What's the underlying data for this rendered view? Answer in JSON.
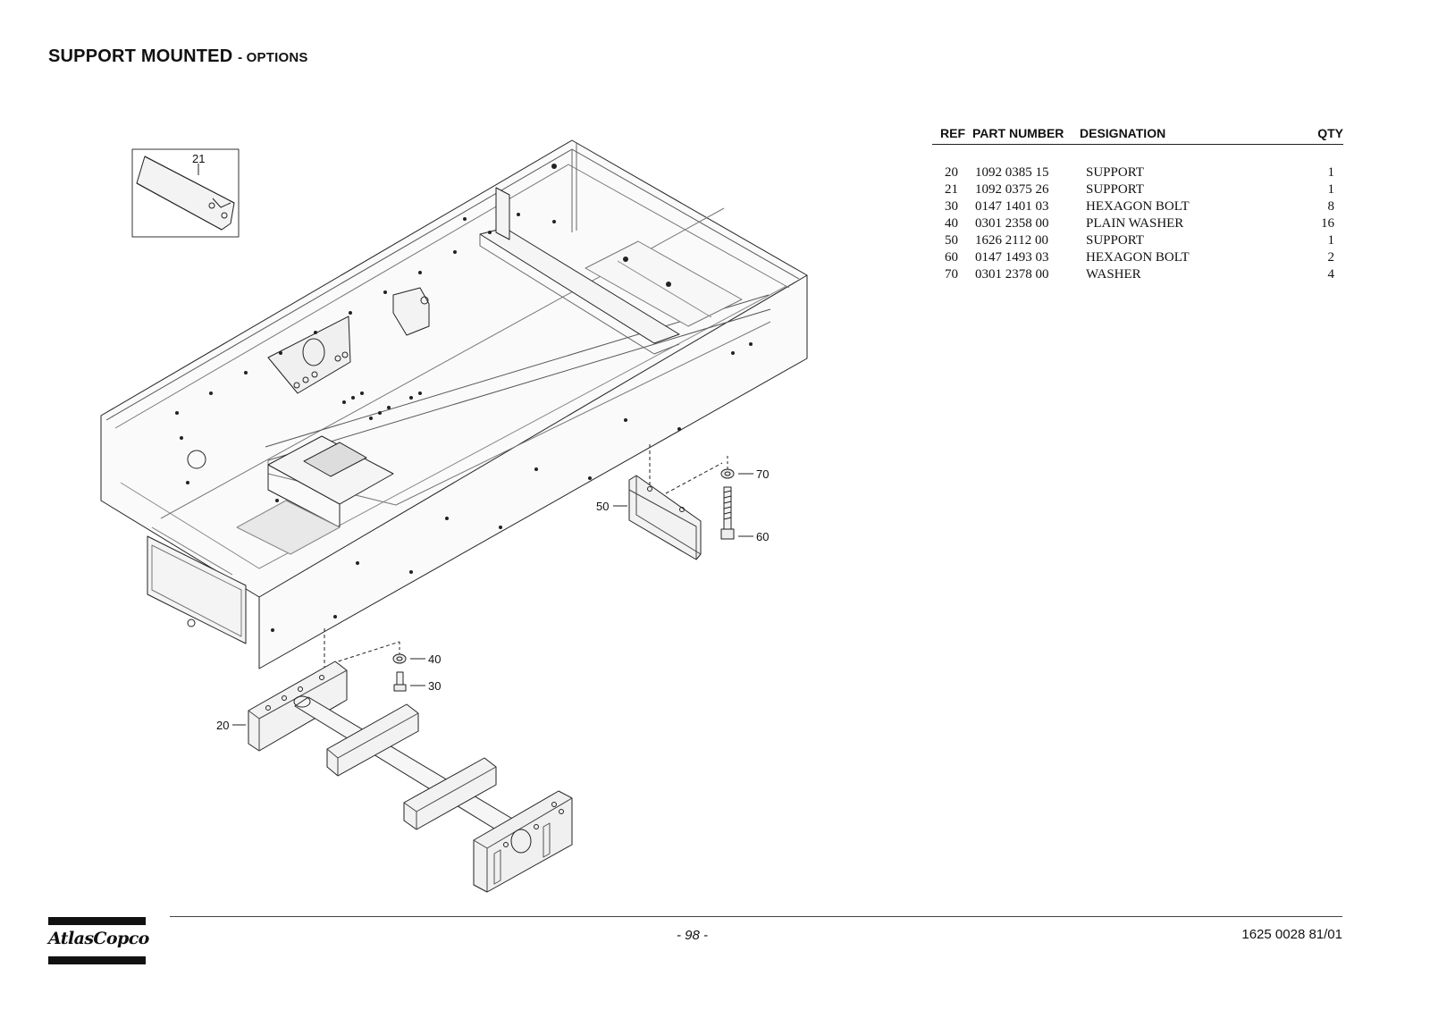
{
  "header": {
    "title": "SUPPORT MOUNTED",
    "subtitle": "- OPTIONS"
  },
  "parts_table": {
    "columns": [
      "REF",
      "PART NUMBER",
      "DESIGNATION",
      "QTY"
    ],
    "rows": [
      {
        "ref": "20",
        "part_number": "1092 0385 15",
        "designation": "SUPPORT",
        "qty": "1"
      },
      {
        "ref": "21",
        "part_number": "1092 0375 26",
        "designation": "SUPPORT",
        "qty": "1"
      },
      {
        "ref": "30",
        "part_number": "0147 1401 03",
        "designation": "HEXAGON BOLT",
        "qty": "8"
      },
      {
        "ref": "40",
        "part_number": "0301 2358 00",
        "designation": "PLAIN WASHER",
        "qty": "16"
      },
      {
        "ref": "50",
        "part_number": "1626 2112 00",
        "designation": "SUPPORT",
        "qty": "1"
      },
      {
        "ref": "60",
        "part_number": "0147 1493 03",
        "designation": "HEXAGON BOLT",
        "qty": "2"
      },
      {
        "ref": "70",
        "part_number": "0301 2378 00",
        "designation": "WASHER",
        "qty": "4"
      }
    ]
  },
  "diagram": {
    "callouts": {
      "c21": "21",
      "c20": "20",
      "c30": "30",
      "c40": "40",
      "c50": "50",
      "c60": "60",
      "c70": "70"
    }
  },
  "footer": {
    "page_number": "- 98 -",
    "document_number": "1625 0028 81/01",
    "logo_text": "AtlasCopco"
  }
}
